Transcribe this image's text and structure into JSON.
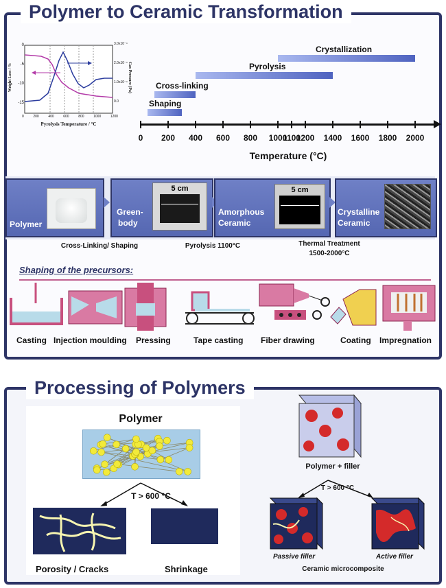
{
  "top": {
    "title": "Polymer to Ceramic Transformation",
    "tga": {
      "y_left_label": "Weight Loss / %",
      "y_right_label": "Gas Pressure (Pa)",
      "x_label": "Pyrolysis Temperature / °C",
      "left_ticks": [
        "0",
        "-5",
        "-10",
        "-15"
      ],
      "right_ticks": [
        "3.0x10⁻⁴",
        "2.0x10⁻⁴",
        "1.0x10⁻⁴",
        "0.0"
      ],
      "x_ticks": [
        "0",
        "200",
        "400",
        "600",
        "800",
        "1000",
        "1200"
      ]
    },
    "timeline": {
      "axis_label": "Temperature (°C)",
      "ticks": [
        0,
        200,
        400,
        600,
        800,
        1000,
        1100,
        1200,
        1400,
        1600,
        1800,
        2000
      ],
      "ranges": [
        {
          "label": "Crystallization",
          "start": 1000,
          "end": 2000
        },
        {
          "label": "Pyrolysis",
          "start": 400,
          "end": 1400
        },
        {
          "label": "Cross-linking",
          "start": 100,
          "end": 400
        },
        {
          "label": "Shaping",
          "start": 50,
          "end": 300
        }
      ]
    },
    "stages": {
      "polymer": "Polymer",
      "green_body_1": "Green-",
      "green_body_2": "body",
      "amorphous_1": "Amorphous",
      "amorphous_2": "Ceramic",
      "crystalline_1": "Crystalline",
      "crystalline_2": "Ceramic",
      "scale_green": "5 cm",
      "scale_amorphous": "5 cm",
      "cap_crosslink": "Cross-Linking/ Shaping",
      "cap_pyrolysis": "Pyrolysis 1100°C",
      "cap_thermal_1": "Thermal Treatment",
      "cap_thermal_2": "1500-2000°C"
    },
    "shaping_heading": "Shaping of the precursors:",
    "processes": [
      "Casting",
      "Injection moulding",
      "Pressing",
      "Tape casting",
      "Fiber drawing",
      "Coating",
      "Impregnation"
    ]
  },
  "bottom": {
    "title": "Processing of Polymers",
    "left": {
      "heading": "Polymer",
      "temp": "T > 600 °C",
      "result_left": "Porosity / Cracks",
      "result_right": "Shrinkage"
    },
    "right": {
      "heading": "Polymer + filler",
      "temp": "T > 600 °C",
      "passive": "Passive filler",
      "active": "Active filler",
      "footer": "Ceramic microcomposite"
    }
  },
  "colors": {
    "frame": "#2d3466",
    "stage_box": "#6f80c6",
    "polymer_particle": "#f2ea3a",
    "ceramic_dark": "#1f2a5c",
    "filler_red": "#d42a2a"
  }
}
